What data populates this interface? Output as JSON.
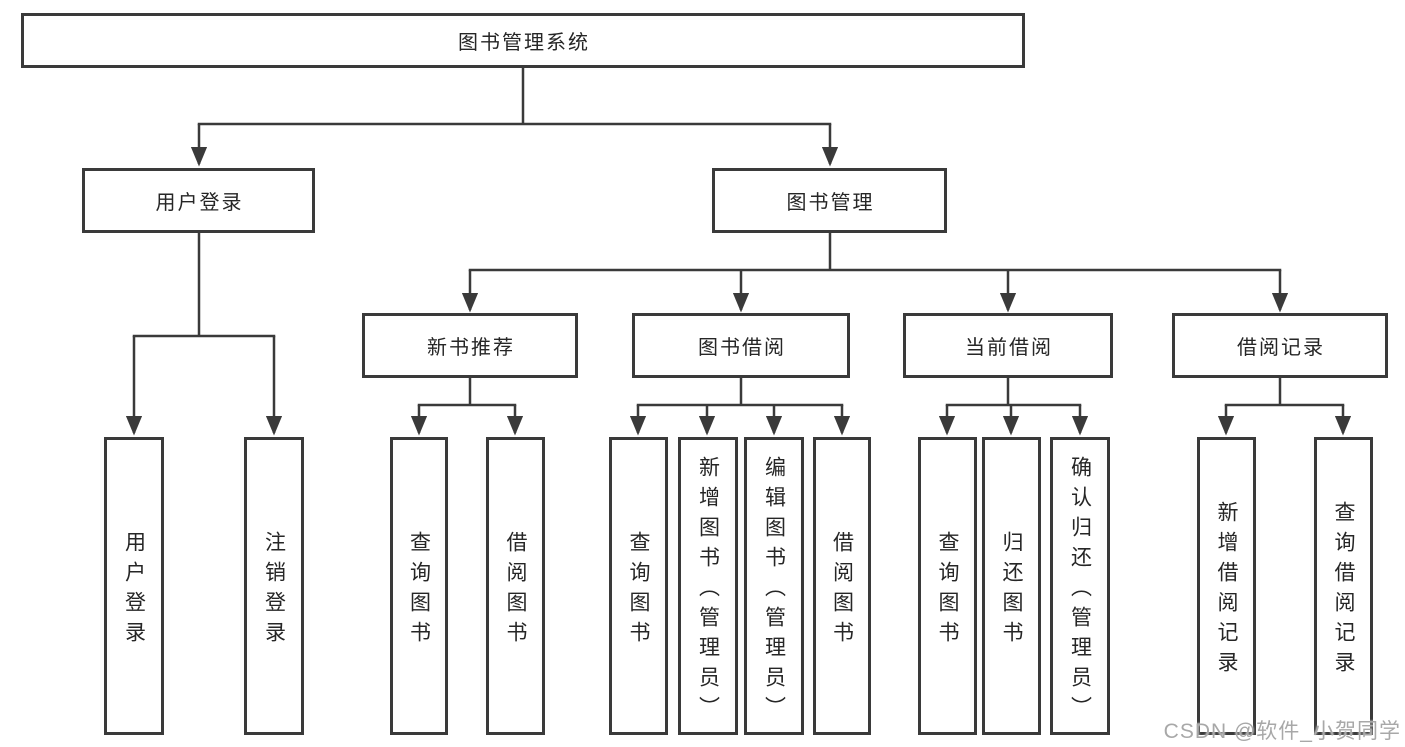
{
  "nodes": {
    "root": "图书管理系统",
    "user_login": "用户登录",
    "book_mgmt": "图书管理",
    "new_book_rec": "新书推荐",
    "book_borrow": "图书借阅",
    "current_borrow": "当前借阅",
    "borrow_records": "借阅记录",
    "leaf_user_login": "用户登录",
    "leaf_logout": "注销登录",
    "leaf_nb_query": "查询图书",
    "leaf_nb_borrow": "借阅图书",
    "leaf_bb_query": "查询图书",
    "leaf_bb_add": "新增图书（管理员）",
    "leaf_bb_edit": "编辑图书（管理员）",
    "leaf_bb_borrow": "借阅图书",
    "leaf_cb_query": "查询图书",
    "leaf_cb_return": "归还图书",
    "leaf_cb_confirm": "确认归还（管理员）",
    "leaf_br_add": "新增借阅记录",
    "leaf_br_query": "查询借阅记录"
  },
  "watermark": "CSDN @软件_小贺同学",
  "colors": {
    "line": "#3a3a3a",
    "text": "#262626",
    "watermark": "#a8a8a8",
    "background": "#ffffff"
  }
}
